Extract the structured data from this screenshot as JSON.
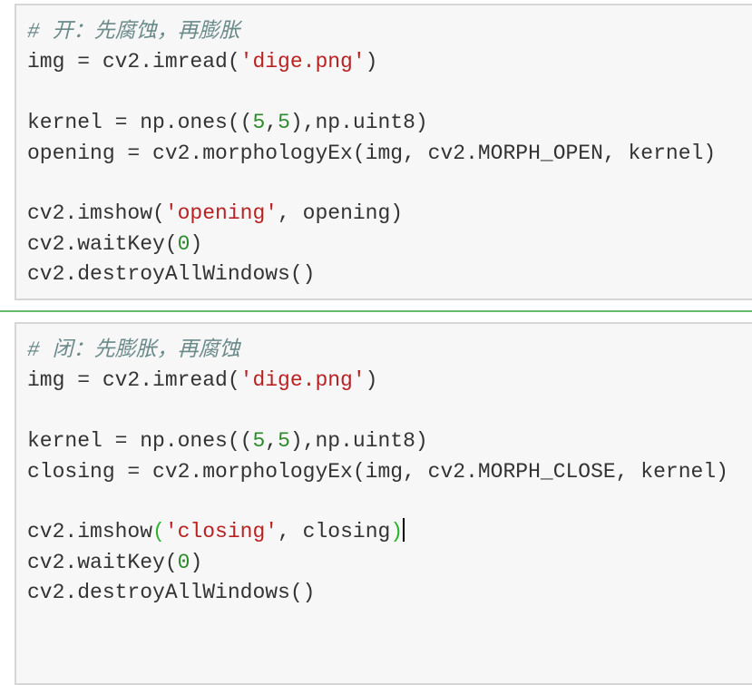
{
  "cells": [
    {
      "lines": [
        [
          {
            "t": "comment",
            "v": "# 开：先腐蚀，再膨胀"
          }
        ],
        [
          {
            "t": "text",
            "v": "img = cv2.imread("
          },
          {
            "t": "string",
            "v": "'dige.png'"
          },
          {
            "t": "text",
            "v": ")"
          }
        ],
        [],
        [
          {
            "t": "text",
            "v": "kernel = np.ones(("
          },
          {
            "t": "number",
            "v": "5"
          },
          {
            "t": "text",
            "v": ","
          },
          {
            "t": "number",
            "v": "5"
          },
          {
            "t": "text",
            "v": "),np.uint8)"
          }
        ],
        [
          {
            "t": "text",
            "v": "opening = cv2.morphologyEx(img, cv2.MORPH_OPEN, kernel)"
          }
        ],
        [],
        [
          {
            "t": "text",
            "v": "cv2.imshow("
          },
          {
            "t": "string",
            "v": "'opening'"
          },
          {
            "t": "text",
            "v": ", opening)"
          }
        ],
        [
          {
            "t": "text",
            "v": "cv2.waitKey("
          },
          {
            "t": "number",
            "v": "0"
          },
          {
            "t": "text",
            "v": ")"
          }
        ],
        [
          {
            "t": "text",
            "v": "cv2.destroyAllWindows()"
          }
        ]
      ]
    },
    {
      "lines": [
        [
          {
            "t": "comment",
            "v": "# 闭：先膨胀，再腐蚀"
          }
        ],
        [
          {
            "t": "text",
            "v": "img = cv2.imread("
          },
          {
            "t": "string",
            "v": "'dige.png'"
          },
          {
            "t": "text",
            "v": ")"
          }
        ],
        [],
        [
          {
            "t": "text",
            "v": "kernel = np.ones(("
          },
          {
            "t": "number",
            "v": "5"
          },
          {
            "t": "text",
            "v": ","
          },
          {
            "t": "number",
            "v": "5"
          },
          {
            "t": "text",
            "v": "),np.uint8)"
          }
        ],
        [
          {
            "t": "text",
            "v": "closing = cv2.morphologyEx(img, cv2.MORPH_CLOSE, kernel)"
          }
        ],
        [],
        [
          {
            "t": "text",
            "v": "cv2.imshow"
          },
          {
            "t": "bracket",
            "v": "("
          },
          {
            "t": "string",
            "v": "'closing'"
          },
          {
            "t": "text",
            "v": ", closing"
          },
          {
            "t": "bracket",
            "v": ")"
          },
          {
            "t": "caret",
            "v": ""
          }
        ],
        [
          {
            "t": "text",
            "v": "cv2.waitKey("
          },
          {
            "t": "number",
            "v": "0"
          },
          {
            "t": "text",
            "v": ")"
          }
        ],
        [
          {
            "t": "text",
            "v": "cv2.destroyAllWindows()"
          }
        ]
      ]
    }
  ],
  "colors": {
    "separator": "#66bb6a",
    "string": "#ba2121",
    "number": "#2a8a2a",
    "comment": "#6b8a8a"
  }
}
